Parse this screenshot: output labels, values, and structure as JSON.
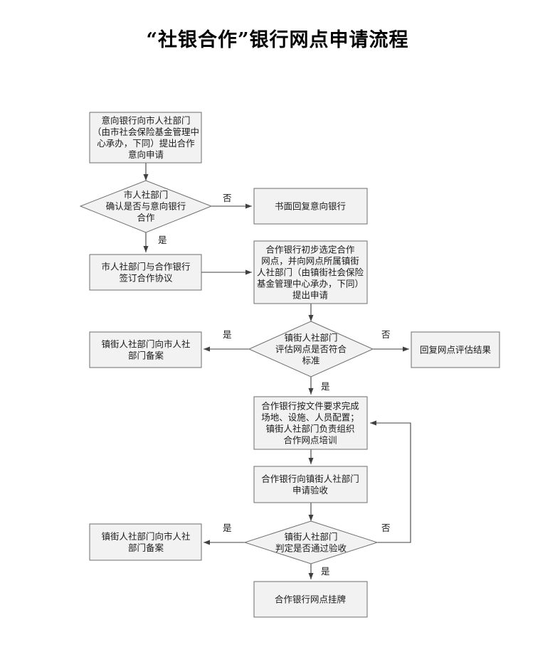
{
  "title": "“社银合作”银行网点申请流程",
  "nodes": {
    "n1": [
      "意向银行向市人社部门",
      "（由市社会保险基金管理中",
      "心承办，下同）提出合作",
      "意向申请"
    ],
    "d1": [
      "市人社部门",
      "确认是否与意向银行",
      "合作"
    ],
    "n_reply1": [
      "书面回复意向银行"
    ],
    "n2": [
      "市人社部门与合作银行",
      "签订合作协议"
    ],
    "n3": [
      "合作银行初步选定合作",
      "网点，并向网点所属镇街",
      "人社部门（由镇街社会保险",
      "基金管理中心承办，下同）",
      "提出申请"
    ],
    "d2": [
      "镇街人社部门",
      "评估网点是否符合",
      "标准"
    ],
    "n_file1": [
      "镇街人社部门向市人社",
      "部门备案"
    ],
    "n_reply2": [
      "回复网点评估结果"
    ],
    "n4": [
      "合作银行按文件要求完成",
      "场地、设施、人员配置；",
      "镇街人社部门负责组织",
      "合作网点培训"
    ],
    "n5": [
      "合作银行向镇街人社部门",
      "申请验收"
    ],
    "d3": [
      "镇街人社部门",
      "判定是否通过验收"
    ],
    "n_file2": [
      "镇街人社部门向市人社",
      "部门备案"
    ],
    "n6": [
      "合作银行网点挂牌"
    ]
  },
  "labels": {
    "d1_no": "否",
    "d1_yes": "是",
    "d2_yes": "是",
    "d2_no": "否",
    "d2_down": "是",
    "d3_yes": "是",
    "d3_no": "否",
    "d3_down": "是"
  }
}
